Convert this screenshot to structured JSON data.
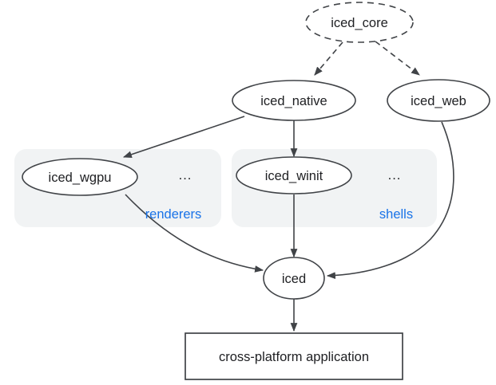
{
  "colors": {
    "background": "#ffffff",
    "node_fill": "#ffffff",
    "stroke": "#404347",
    "text": "#202124",
    "group_fill": "#f1f3f4",
    "group_label": "#1a73e8"
  },
  "nodes": {
    "iced_core": {
      "label": "iced_core",
      "shape": "ellipse",
      "style": "dashed"
    },
    "iced_native": {
      "label": "iced_native",
      "shape": "ellipse",
      "style": "solid"
    },
    "iced_web": {
      "label": "iced_web",
      "shape": "ellipse",
      "style": "solid"
    },
    "iced_wgpu": {
      "label": "iced_wgpu",
      "shape": "ellipse",
      "style": "solid"
    },
    "iced_winit": {
      "label": "iced_winit",
      "shape": "ellipse",
      "style": "solid"
    },
    "iced": {
      "label": "iced",
      "shape": "ellipse",
      "style": "solid"
    },
    "app": {
      "label": "cross-platform application",
      "shape": "rect",
      "style": "solid"
    }
  },
  "groups": {
    "renderers": {
      "label": "renderers",
      "ellipsis": "...",
      "contains": [
        "iced_wgpu"
      ]
    },
    "shells": {
      "label": "shells",
      "ellipsis": "...",
      "contains": [
        "iced_winit"
      ]
    }
  },
  "edges": [
    {
      "from": "iced_core",
      "to": "iced_native",
      "style": "dashed"
    },
    {
      "from": "iced_core",
      "to": "iced_web",
      "style": "dashed"
    },
    {
      "from": "iced_native",
      "to": "iced_wgpu",
      "style": "solid"
    },
    {
      "from": "iced_native",
      "to": "iced_winit",
      "style": "solid"
    },
    {
      "from": "iced_wgpu",
      "to": "iced",
      "style": "solid"
    },
    {
      "from": "iced_winit",
      "to": "iced",
      "style": "solid"
    },
    {
      "from": "iced_web",
      "to": "iced",
      "style": "solid"
    },
    {
      "from": "iced",
      "to": "app",
      "style": "solid"
    }
  ]
}
